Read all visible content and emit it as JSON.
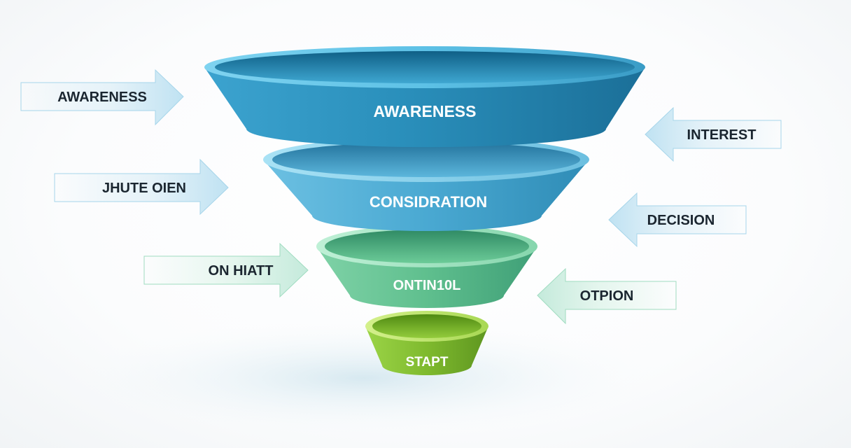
{
  "colors": {
    "tier_blue_dark": "#1f7fa8",
    "tier_blue_light": "#56aed4",
    "tier_green": "#5fbf8e",
    "tier_lime": "#7fba2e",
    "arrow_blue": "#8ccbe6",
    "arrow_green": "#a6e0c4"
  },
  "funnel": {
    "tiers": [
      {
        "label": "AWARENESS"
      },
      {
        "label": "CONSIDRATION"
      },
      {
        "label": "ONTIN10L"
      },
      {
        "label": "STAPT"
      }
    ]
  },
  "callouts": {
    "left": [
      {
        "label": "AWARENESS"
      },
      {
        "label": "JHUTE OIEN"
      },
      {
        "label": "ON HIATT"
      }
    ],
    "right": [
      {
        "label": "INTEREST"
      },
      {
        "label": "DECISION"
      },
      {
        "label": "OTPION"
      }
    ]
  }
}
